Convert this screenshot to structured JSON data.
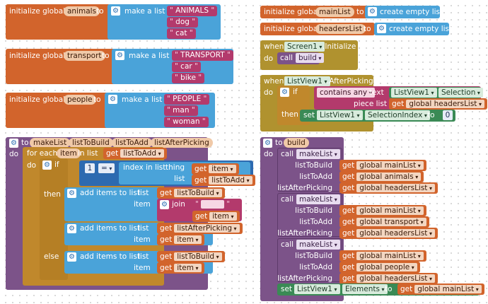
{
  "globals": {
    "initialize_global": "initialize global",
    "to": "to",
    "make_a_list": "make a list",
    "create_empty_list": "create empty list",
    "animals": {
      "name": "animals",
      "items": [
        "ANIMALS",
        "dog",
        "cat"
      ]
    },
    "transport": {
      "name": "transport",
      "items": [
        "TRANSPORT",
        "car",
        "bike"
      ]
    },
    "people": {
      "name": "people",
      "items": [
        "PEOPLE",
        "man",
        "woman"
      ]
    },
    "mainList": {
      "name": "mainList"
    },
    "headersList": {
      "name": "headersList"
    }
  },
  "screen_init": {
    "when": "when",
    "component": "Screen1",
    "event": ".Initialize",
    "do": "do",
    "call": "call",
    "proc": "build"
  },
  "after_picking": {
    "when": "when",
    "component": "ListView1",
    "event": ".AfterPicking",
    "do": "do",
    "if": "if",
    "contains_any": "contains any",
    "text": "text",
    "selection_comp": "ListView1",
    "selection_prop": "Selection",
    "piece_list": "piece list",
    "get": "get",
    "headers_var": "global headersList",
    "then": "then",
    "set": "set",
    "set_comp": "ListView1",
    "set_prop": "SelectionIndex",
    "to": "to",
    "value": "0"
  },
  "makeList": {
    "to": "to",
    "name": "makeList",
    "params": [
      "listToBuild",
      "listToAdd",
      "listAfterPicking"
    ],
    "do": "do",
    "for_each": "for each",
    "item": "item",
    "in_list": "in list",
    "get": "get",
    "list_to_add": "listToAdd",
    "do2": "do",
    "if": "if",
    "one": "1",
    "eq": "=",
    "index_in_list": "index in list",
    "thing": "thing",
    "list": "list",
    "then": "then",
    "add_items": "add items to list",
    "list_label": "list",
    "item_label": "item",
    "list_to_build": "listToBuild",
    "join": "join",
    "list_after_picking": "listAfterPicking",
    "else": "else"
  },
  "build": {
    "to": "to",
    "name": "build",
    "do": "do",
    "call": "call",
    "proc": "makeList",
    "param_labels": [
      "listToBuild",
      "listToAdd",
      "listAfterPicking"
    ],
    "get": "get",
    "calls": [
      [
        "global mainList",
        "global animals",
        "global headersList"
      ],
      [
        "global mainList",
        "global transport",
        "global headersList"
      ],
      [
        "global mainList",
        "global people",
        "global headersList"
      ]
    ],
    "set": "set",
    "set_comp": "ListView1",
    "set_prop": "Elements",
    "set_to": "to",
    "set_var": "global mainList"
  },
  "colors": {
    "variables": "#d2642c",
    "lists": "#4aa3d9",
    "text": "#b33a6c",
    "procedures": "#7c5389",
    "events": "#b0922f",
    "control": "#c0882c",
    "components": "#3a8a55"
  }
}
